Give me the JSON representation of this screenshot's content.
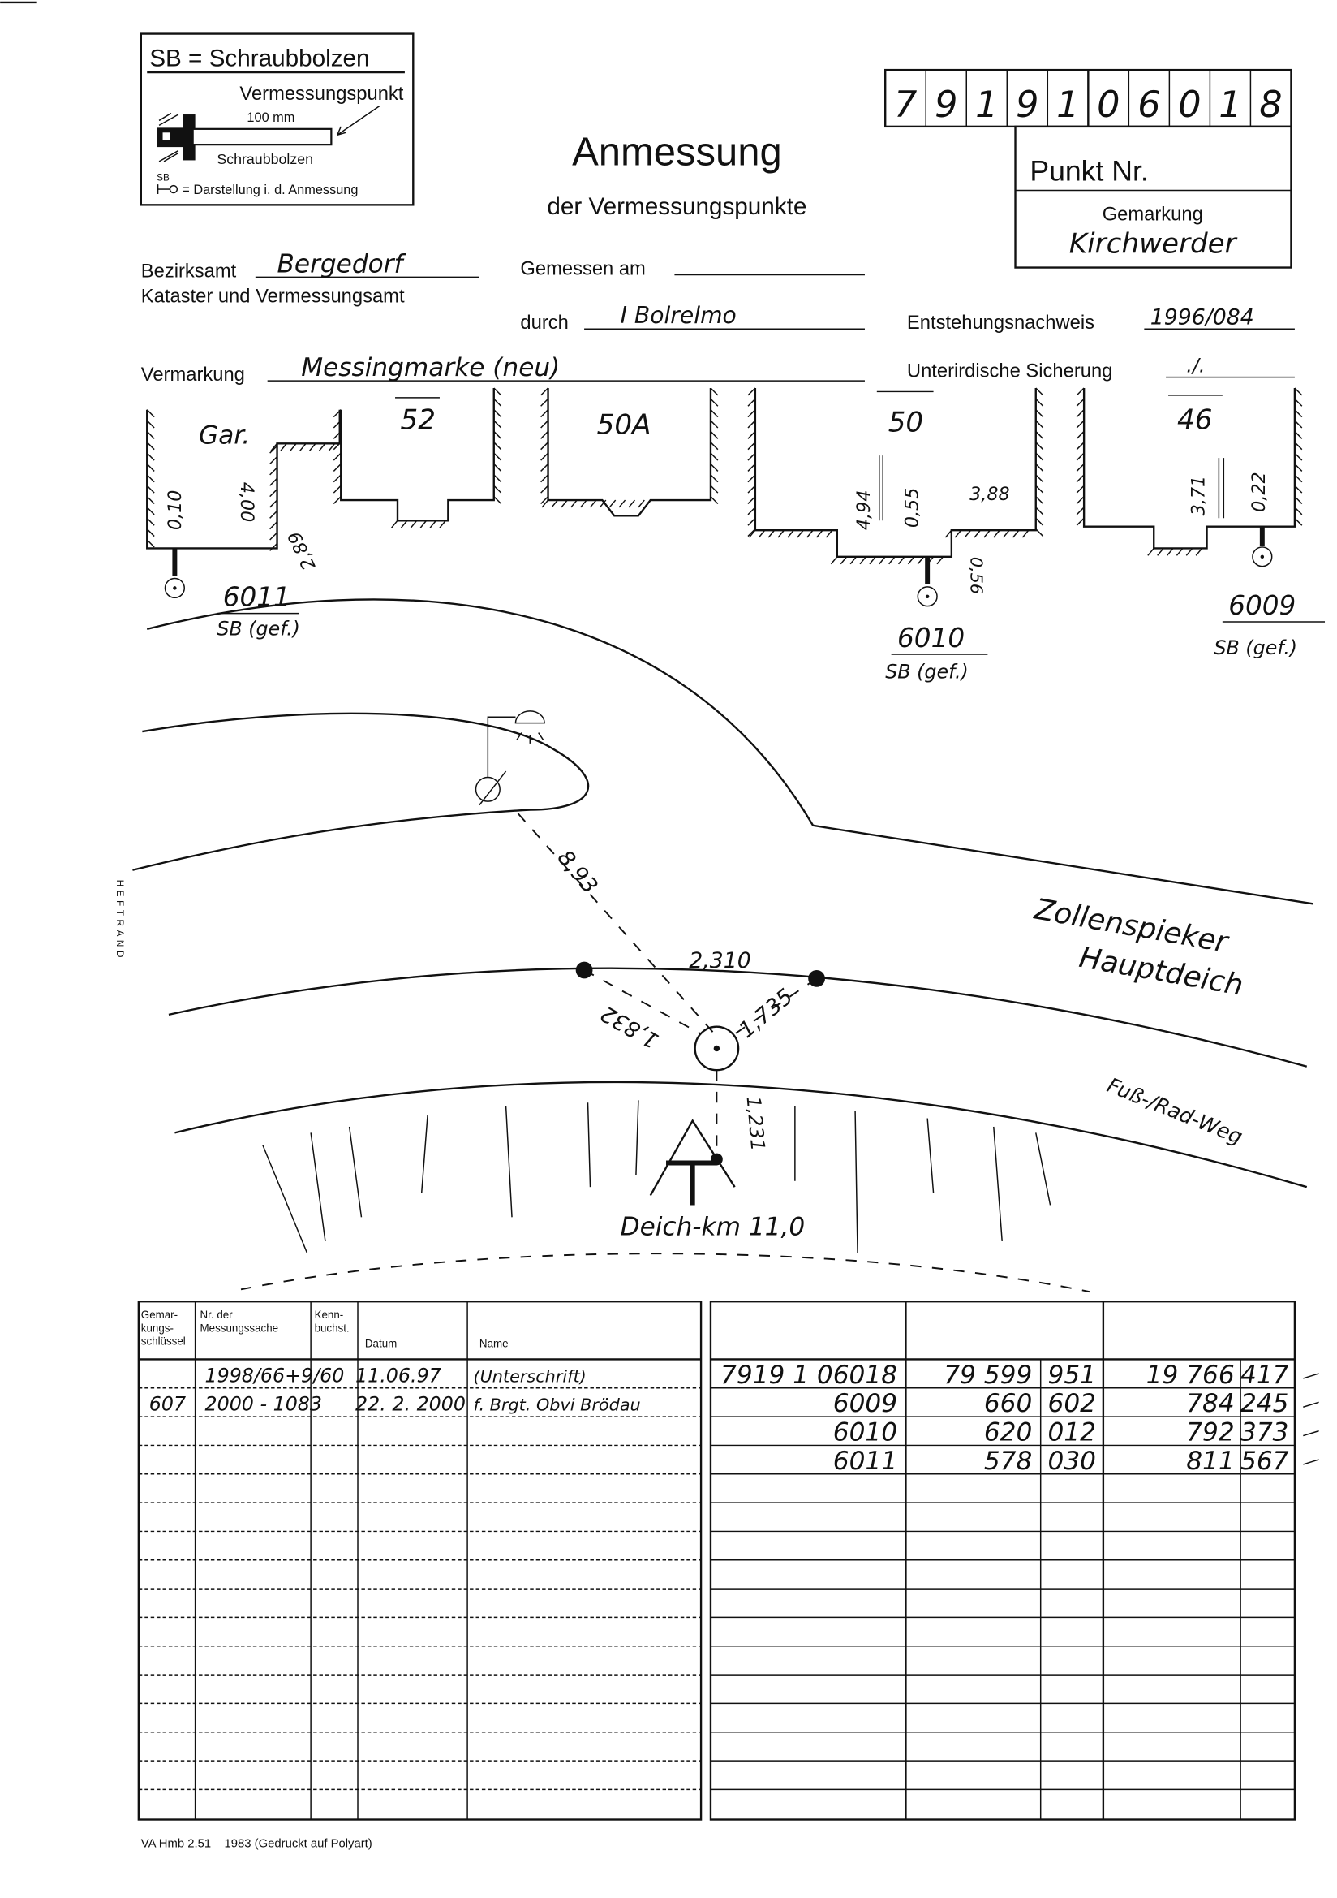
{
  "legend": {
    "title": "SB = Schraubbolzen",
    "subtitle": "Vermessungspunkt",
    "dimension": "100 mm",
    "part_label": "Schraubbolzen",
    "symbol_label": "SB",
    "symbol_text": "= Darstellung i. d. Anmessung"
  },
  "header": {
    "title": "Anmessung",
    "subtitle": "der Vermessungspunkte",
    "point_number_digits": [
      "7",
      "9",
      "1",
      "9",
      "1",
      "0",
      "6",
      "0",
      "1",
      "8"
    ],
    "point_label": "Punkt Nr.",
    "gemarkung_label": "Gemarkung",
    "gemarkung_value": "Kirchwerder"
  },
  "fields": {
    "bezirksamt_label": "Bezirksamt",
    "bezirksamt_value": "Bergedorf",
    "office_label": "Kataster und Vermessungsamt",
    "gemessen_label": "Gemessen am",
    "gemessen_value": "",
    "durch_label": "durch",
    "durch_value": "I  Bolrelmo",
    "entstehung_label": "Entstehungsnachweis",
    "entstehung_value": "1996/084",
    "vermarkung_label": "Vermarkung",
    "vermarkung_value": "Messingmarke (neu)",
    "sicherung_label": "Unterirdische Sicherung",
    "sicherung_value": "./."
  },
  "sketch": {
    "buildings": [
      "Gar.",
      "52",
      "50A",
      "50",
      "46"
    ],
    "measures": [
      "0,10",
      "4,00",
      "2,89",
      "4,94",
      "0,55",
      "3,88",
      "0,56",
      "3,71",
      "0,22"
    ],
    "points": [
      {
        "id": "6011",
        "type": "SB (gef.)"
      },
      {
        "id": "6010",
        "type": "SB (gef.)"
      },
      {
        "id": "6009",
        "type": "SB (gef.)"
      }
    ],
    "distances": [
      "8,93",
      "2,310",
      "1,832",
      "1,735",
      "1,231"
    ],
    "street_1": "Zollenspieker",
    "street_2": "Hauptdeich",
    "path_label": "Fuß-/Rad-Weg",
    "dike_km": "Deich-km 11,0",
    "margin_label": "HEFTRAND"
  },
  "table_left": {
    "headers": [
      "Gemar-\nkungs-\nschlüssel",
      "Nr. der\nMessungssache",
      "Kenn-\nbuchst.",
      "Datum",
      "Name"
    ],
    "rows": [
      [
        "",
        "1998/66+9/60",
        "",
        "11.06.97",
        "(Unterschrift)"
      ],
      [
        "607",
        "2000 - 1083",
        "",
        "22. 2. 2000",
        "f. Brgt. Obvi Brödau"
      ]
    ]
  },
  "table_right": {
    "rows": [
      [
        "7919 1 06018",
        "79 599",
        "951",
        "19  766",
        "417"
      ],
      [
        "6009",
        "660",
        "602",
        "784",
        "245"
      ],
      [
        "6010",
        "620",
        "012",
        "792",
        "373"
      ],
      [
        "6011",
        "578",
        "030",
        "811",
        "567"
      ]
    ]
  },
  "footer": "VA Hmb 2.51 – 1983 (Gedruckt auf Polyart)"
}
